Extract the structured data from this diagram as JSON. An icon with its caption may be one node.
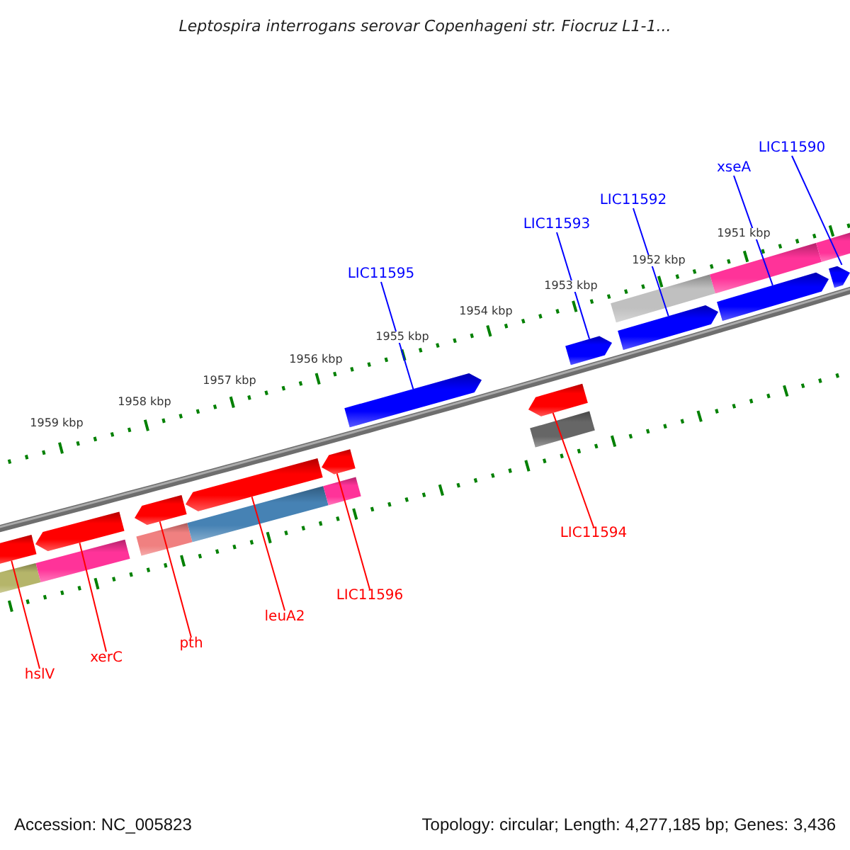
{
  "diagram": {
    "title": "Leptospira interrogans serovar Copenhageni str. Fiocruz L1-1...",
    "nodes": [
      {
        "text": [
          "LIC11590"
        ]
      },
      {
        "text": [
          "xseA"
        ]
      },
      {
        "text": [
          "LIC11592"
        ]
      },
      {
        "text": [
          "LIC11593"
        ]
      },
      {
        "text": [
          "LIC11595"
        ]
      },
      {
        "text": [
          "LIC11594"
        ]
      },
      {
        "text": [
          "LIC11596"
        ]
      },
      {
        "text": [
          "leuA2"
        ]
      },
      {
        "text": [
          "pth"
        ]
      },
      {
        "text": [
          "xerC"
        ]
      },
      {
        "text": [
          "hslV"
        ]
      },
      {
        "text": [],
        "shape": "bar"
      },
      {
        "text": [],
        "shape": "arrow"
      },
      {
        "text": [],
        "shape": "arrow"
      },
      {
        "text": [],
        "shape": "arrow"
      },
      {
        "text": [],
        "shape": "arrow"
      },
      {
        "text": [],
        "shape": "arrow"
      },
      {
        "text": [],
        "shape": "arrow"
      },
      {
        "text": [],
        "shape": "arrow"
      },
      {
        "text": [],
        "shape": "arrow"
      },
      {
        "text": [],
        "shape": "arrow"
      },
      {
        "text": [],
        "shape": "arrow"
      }
    ],
    "edges": [
      {
        "from": 0,
        "to": 21,
        "arrow": "none",
        "color": "#0000ff"
      },
      {
        "from": 1,
        "to": 20,
        "arrow": "none",
        "color": "#0000ff"
      },
      {
        "from": 2,
        "to": 19,
        "arrow": "none",
        "color": "#0000ff"
      },
      {
        "from": 3,
        "to": 18,
        "arrow": "none",
        "color": "#0000ff"
      },
      {
        "from": 4,
        "to": 16,
        "arrow": "none",
        "color": "#0000ff"
      },
      {
        "from": 5,
        "to": 17,
        "arrow": "none"
      },
      {
        "from": 6,
        "to": 15,
        "arrow": "none"
      },
      {
        "from": 7,
        "to": 14,
        "arrow": "none"
      },
      {
        "from": 8,
        "to": 13,
        "arrow": "none"
      },
      {
        "from": 9,
        "to": 12,
        "arrow": "none"
      },
      {
        "from": 10,
        "to": 11,
        "arrow": "none"
      }
    ],
    "labels": [
      "1951 kbp",
      "1952 kbp",
      "1953 kbp",
      "1954 kbp",
      "1955 kbp",
      "1956 kbp",
      "1957 kbp",
      "1958 kbp",
      "1959 kbp",
      "Accession: NC_005823",
      "Topology: circular; Length: 4,277,185 bp; Genes: 3,436"
    ]
  }
}
